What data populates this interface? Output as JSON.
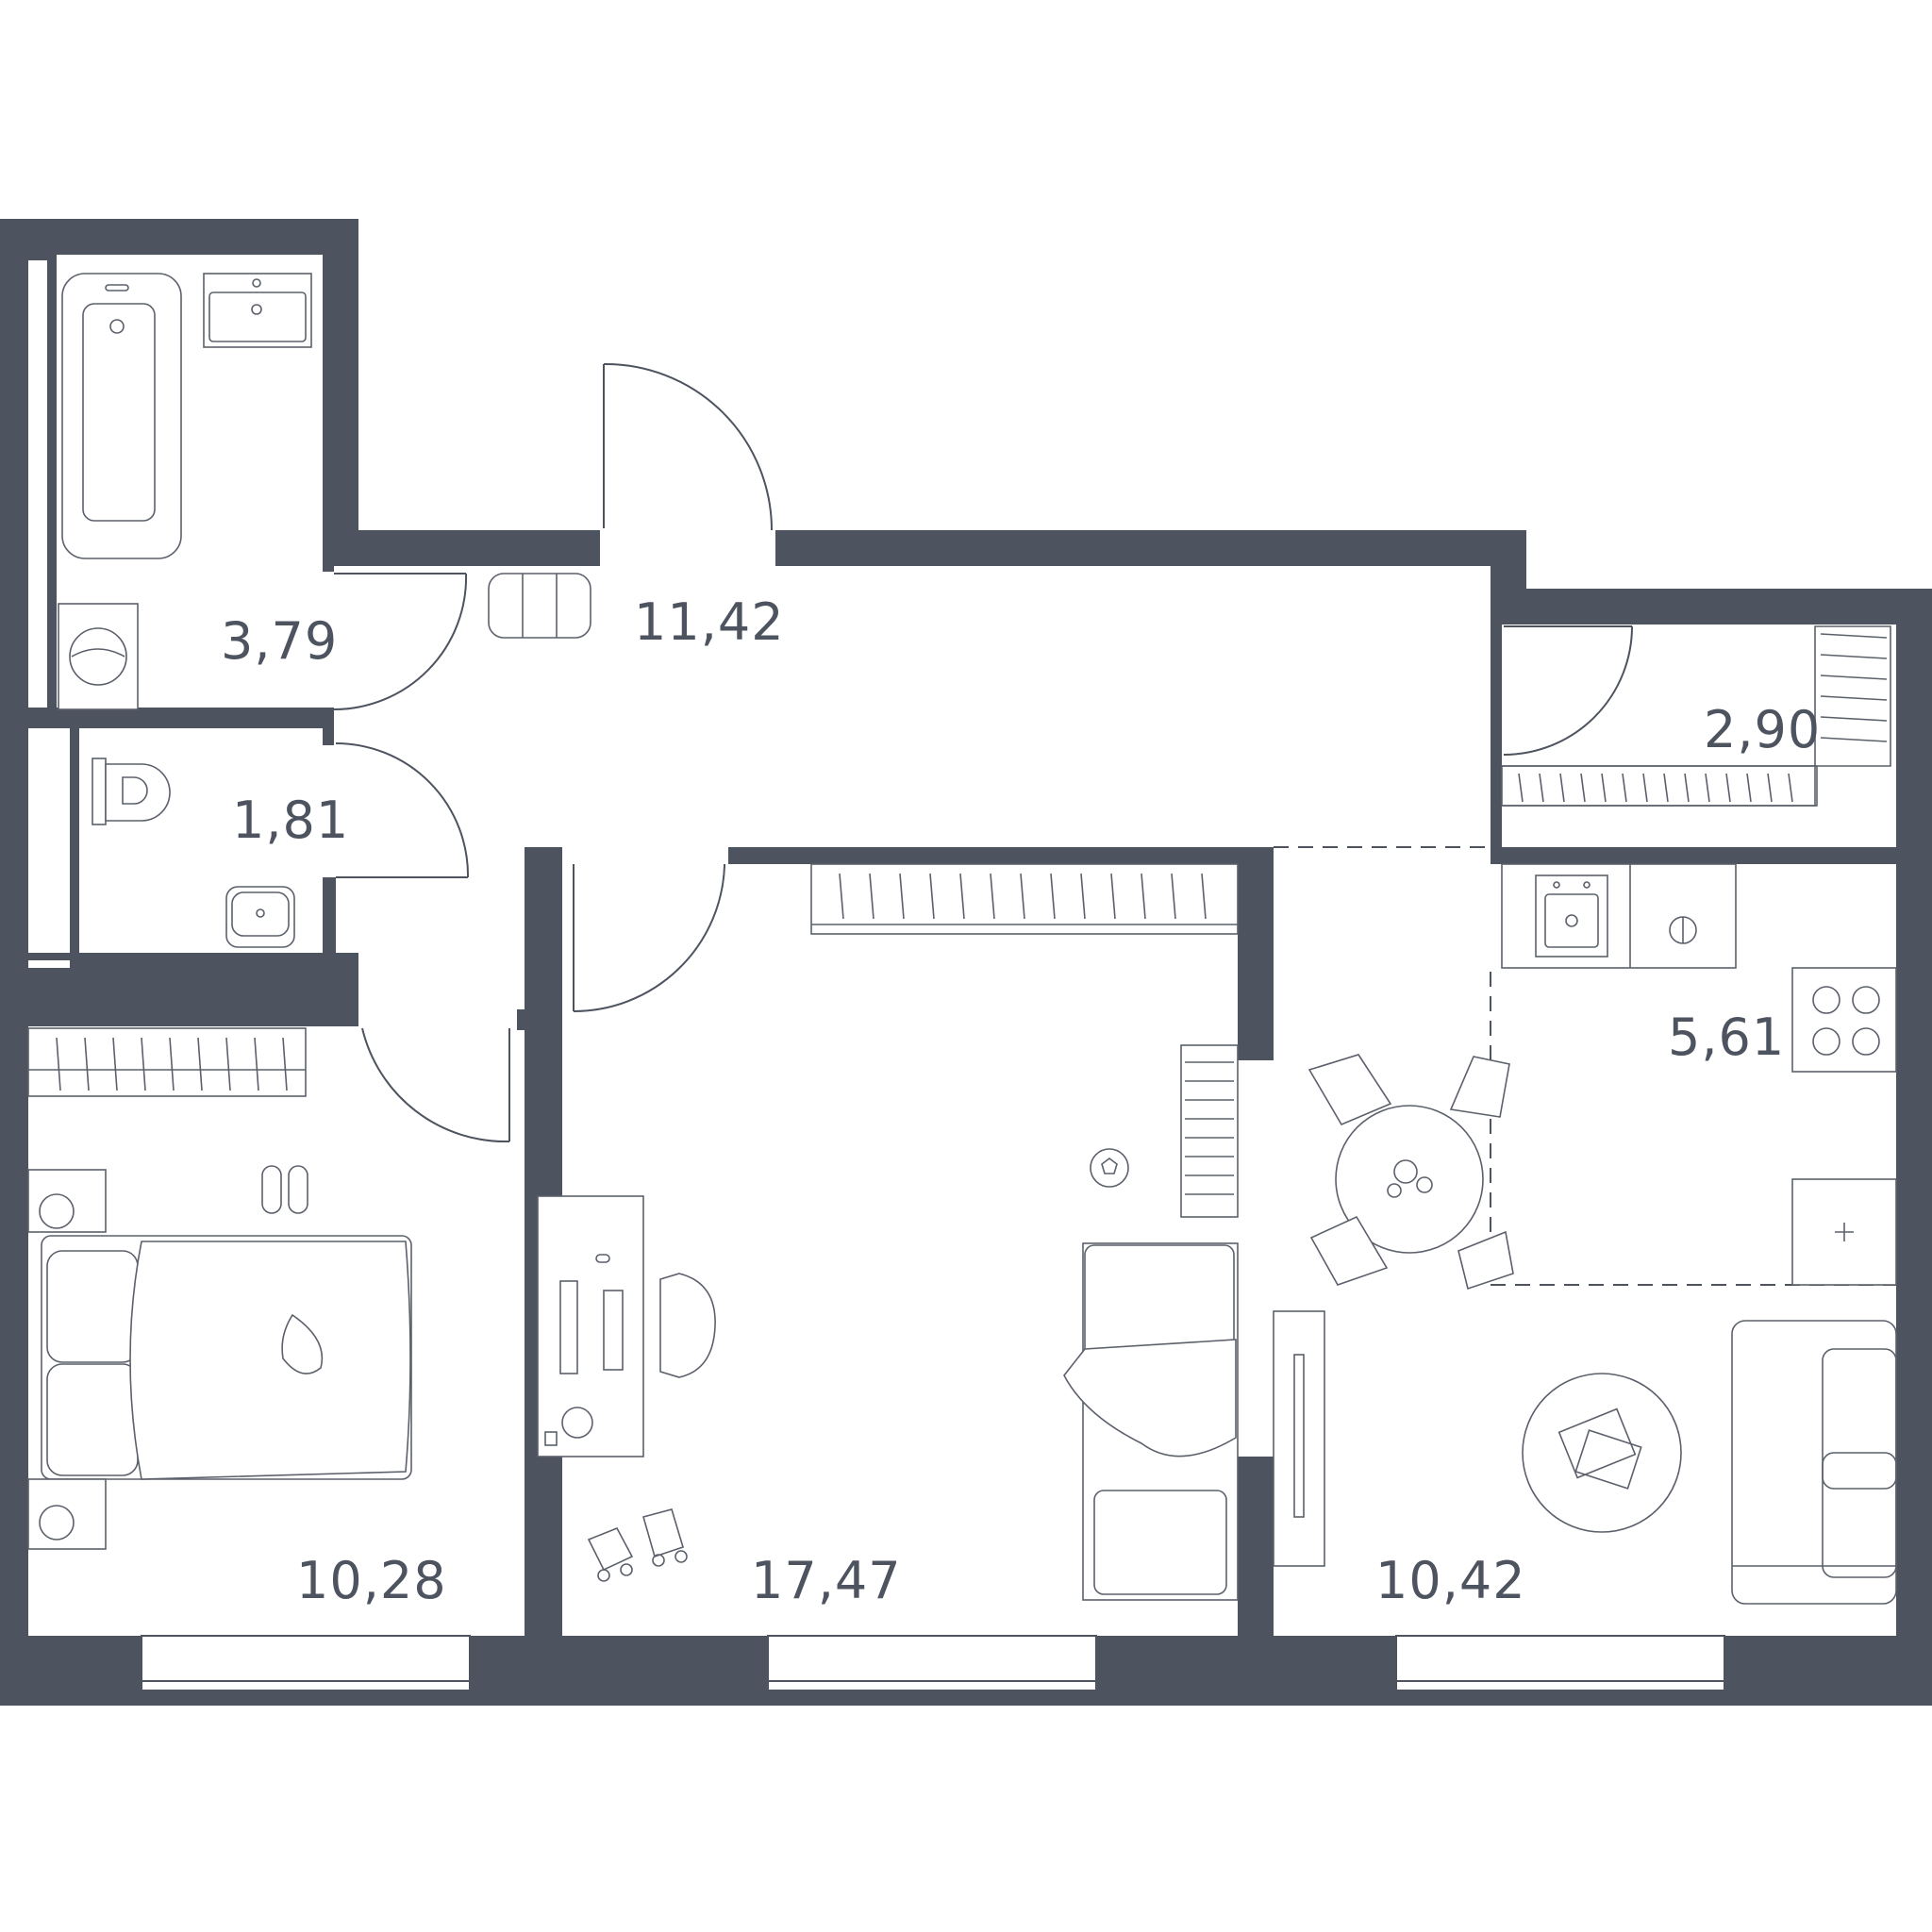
{
  "colors": {
    "wall": "#4d535f",
    "line": "#5b606b",
    "background": "#ffffff"
  },
  "rooms": [
    {
      "id": "bathroom",
      "area": "3,79"
    },
    {
      "id": "hallway",
      "area": "11,42"
    },
    {
      "id": "toilet",
      "area": "1,81"
    },
    {
      "id": "storage",
      "area": "2,90"
    },
    {
      "id": "kitchen",
      "area": "5,61"
    },
    {
      "id": "bedroom",
      "area": "10,28"
    },
    {
      "id": "kids-room",
      "area": "17,47"
    },
    {
      "id": "living-room",
      "area": "10,42"
    }
  ],
  "icons": [
    "bathtub-icon",
    "sink-icon",
    "washing-machine-icon",
    "toilet-icon",
    "wardrobe-icon",
    "bed-icon",
    "desk-icon",
    "chair-icon",
    "dining-table-icon",
    "stove-icon",
    "sofa-icon",
    "coffee-table-icon",
    "door-icon",
    "window-icon"
  ]
}
